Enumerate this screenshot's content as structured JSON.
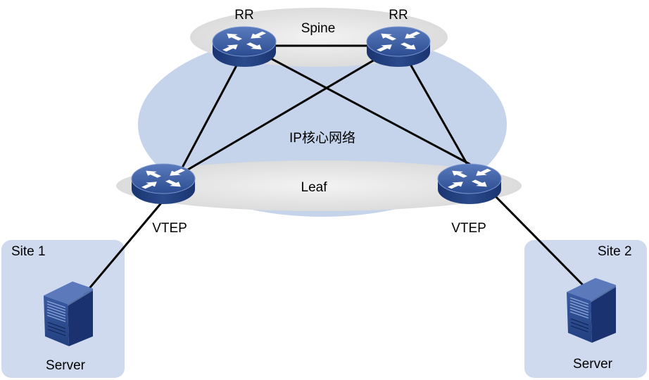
{
  "diagram": {
    "core_network_label": "IP核心网络",
    "spine_layer_label": "Spine",
    "leaf_layer_label": "Leaf",
    "spine_nodes": [
      {
        "label": "RR",
        "icon": "switch-icon"
      },
      {
        "label": "RR",
        "icon": "switch-icon"
      }
    ],
    "leaf_nodes": [
      {
        "label": "VTEP",
        "icon": "switch-icon"
      },
      {
        "label": "VTEP",
        "icon": "switch-icon"
      }
    ],
    "sites": [
      {
        "label": "Site 1",
        "server": {
          "label": "Server",
          "icon": "server-icon"
        }
      },
      {
        "label": "Site 2",
        "server": {
          "label": "Server",
          "icon": "server-icon"
        }
      }
    ]
  },
  "colors": {
    "core_network_fill": "#c5d3eb",
    "layer_fill": "#e4e4e4",
    "site_fill": "#cfdaee",
    "device_blue": "#2c4c91",
    "link": "#000000"
  }
}
